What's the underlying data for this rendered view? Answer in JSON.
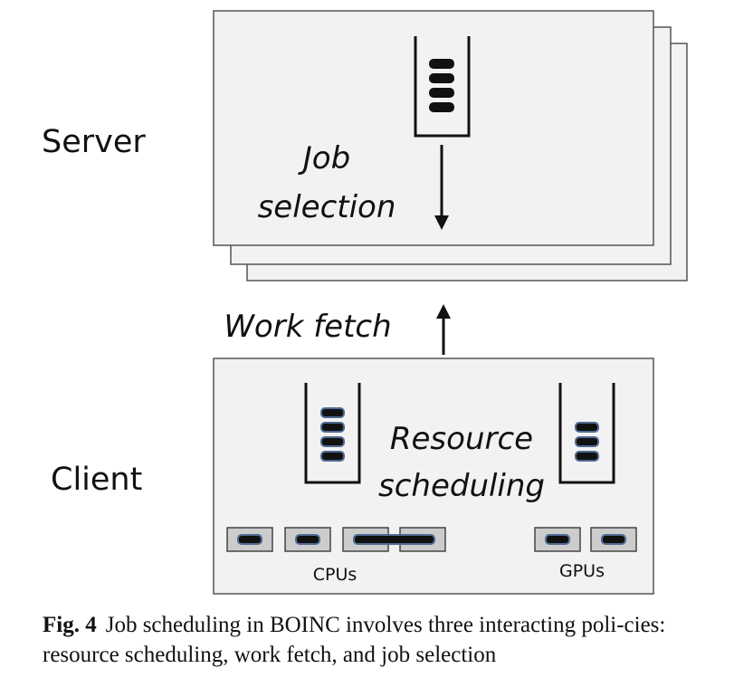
{
  "diagram": {
    "server_label": "Server",
    "client_label": "Client",
    "job_selection_line1": "Job",
    "job_selection_line2": "selection",
    "work_fetch": "Work fetch",
    "resource_scheduling_line1": "Resource",
    "resource_scheduling_line2": "scheduling",
    "cpus_label": "CPUs",
    "gpus_label": "GPUs"
  },
  "caption": {
    "figure_label": "Fig. 4",
    "text": "Job scheduling in BOINC involves three interacting poli-cies: resource scheduling, work fetch, and job selection"
  }
}
